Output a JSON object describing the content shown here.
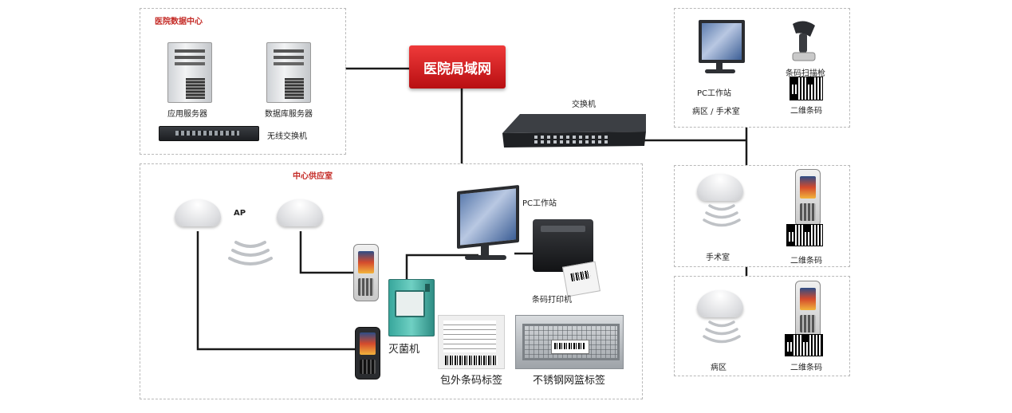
{
  "network": {
    "lan_label": "医院局域网",
    "switch_label": "交换机"
  },
  "data_center": {
    "title": "医院数据中心",
    "app_server": "应用服务器",
    "db_server": "数据库服务器",
    "wireless_switch": "无线交换机"
  },
  "supply_room": {
    "title": "中心供应室",
    "ap_label": "AP",
    "pc_label": "PC工作站",
    "printer_label": "条码打印机",
    "sterilizer_label": "灭菌机",
    "package_label_caption": "包外条码标签",
    "basket_label_caption": "不锈钢网篮标签"
  },
  "ward_surgery": {
    "pc_label": "PC工作站",
    "location_label": "病区 / 手术室",
    "scanner_label": "条码扫描枪",
    "qr_label": "二维条码"
  },
  "operating_room": {
    "location_label": "手术室",
    "qr_label": "二维条码"
  },
  "ward": {
    "location_label": "病区",
    "qr_label": "二维条码"
  },
  "colors": {
    "lan": "#d41f1f",
    "zone_title": "#c42a25",
    "line": "#1a1a1a",
    "dash": "#b9b9b9"
  }
}
